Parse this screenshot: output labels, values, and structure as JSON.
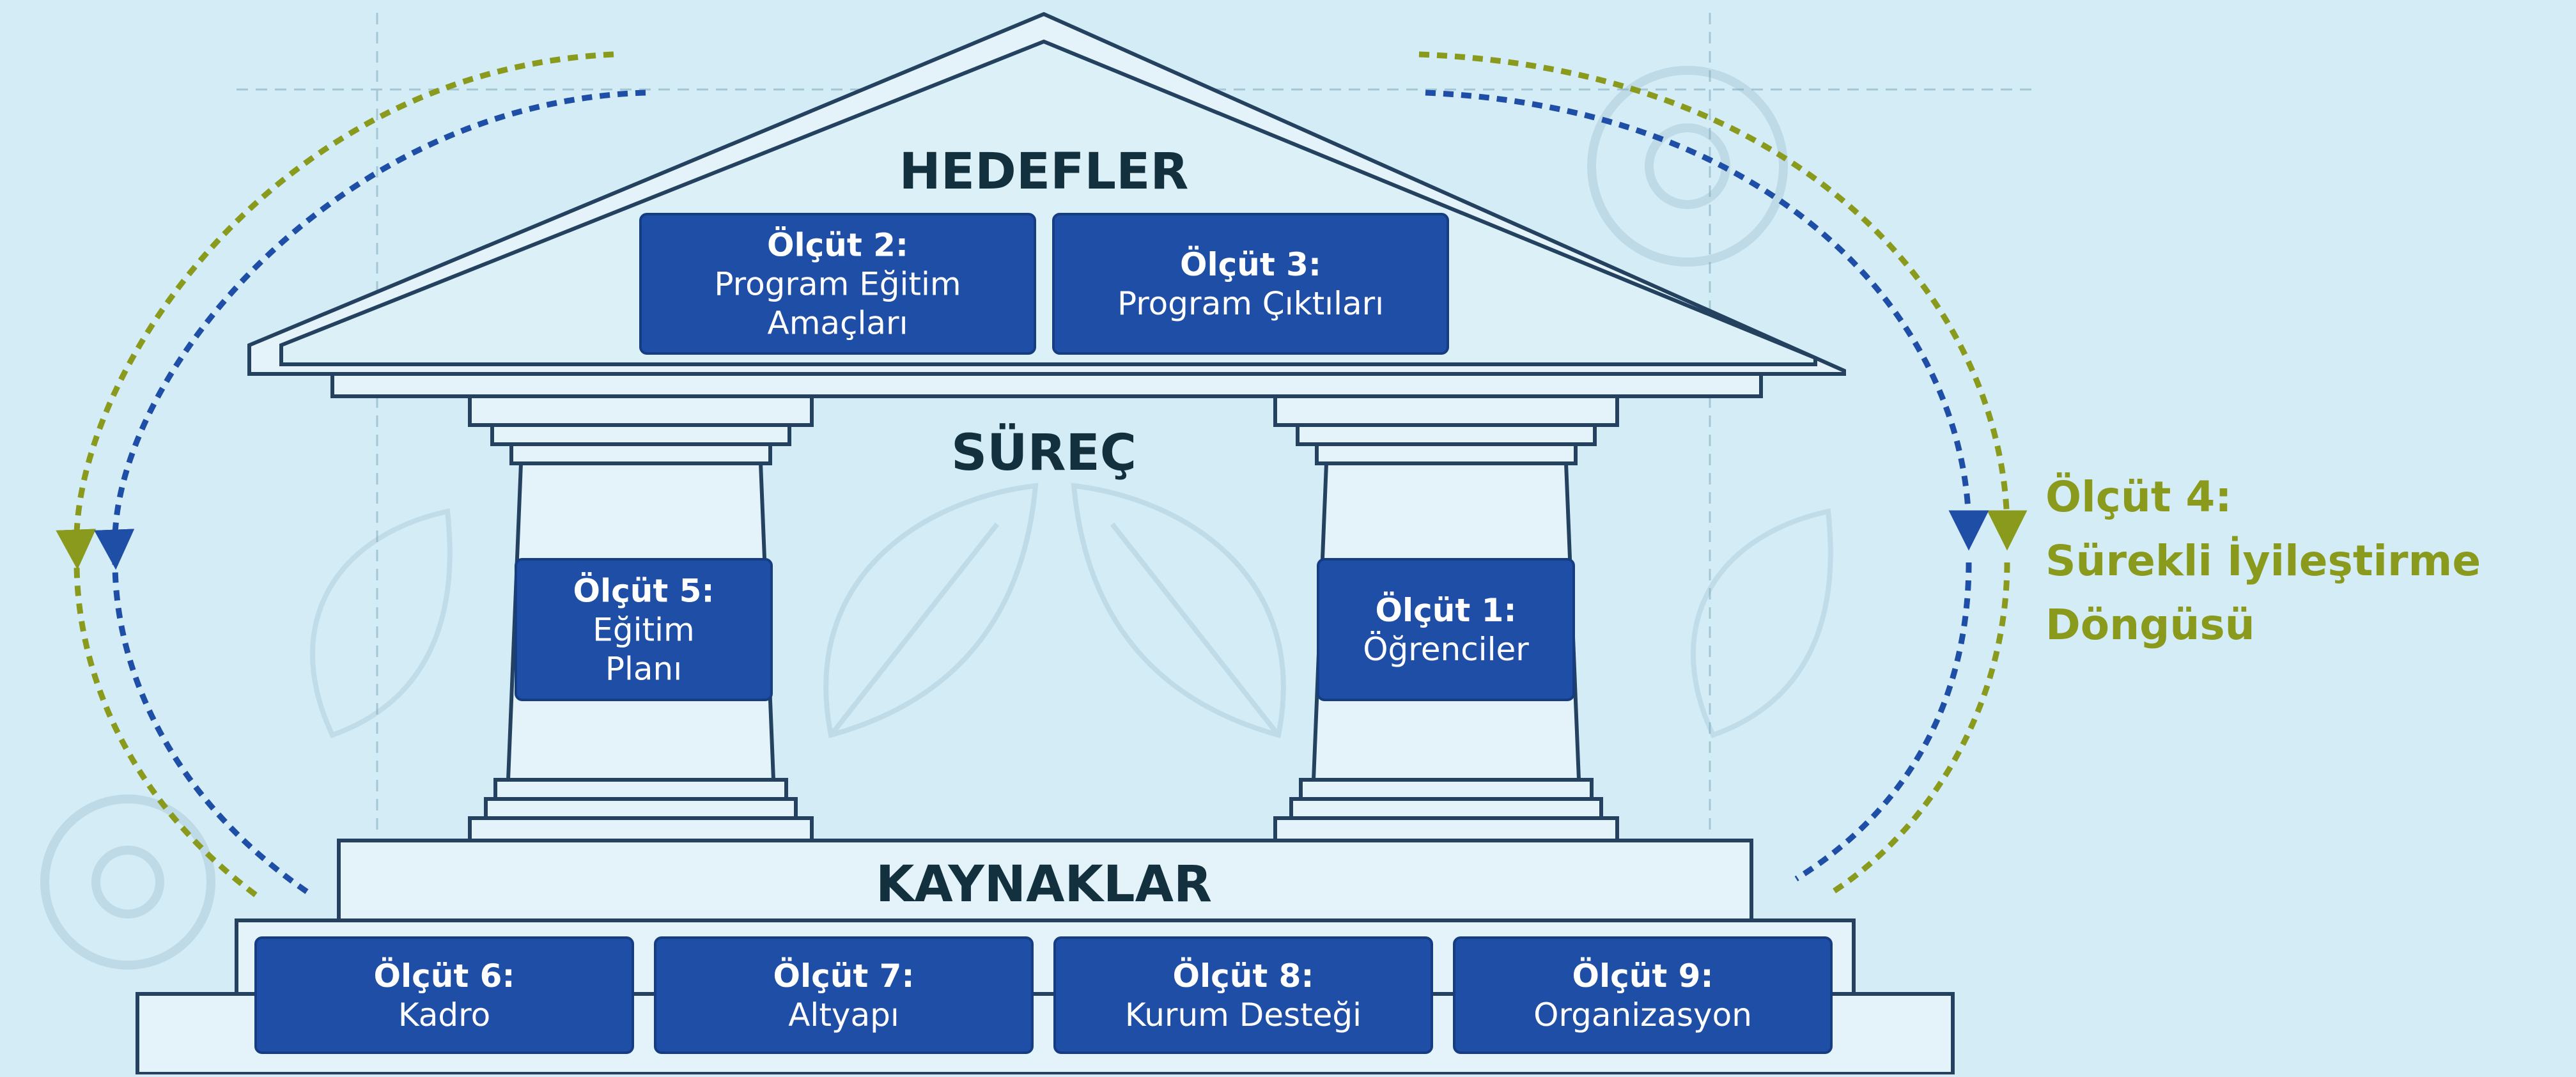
{
  "colors": {
    "background": "#d4ecf6",
    "structure_fill": "#e3f3f9",
    "structure_line": "#24425f",
    "box_fill": "#1f4ea6",
    "box_text": "#ffffff",
    "heading": "#12303d",
    "cycle_olive": "#8a9a1c",
    "cycle_blue": "#1f4ea6"
  },
  "roof": {
    "heading": "HEDEFLER",
    "boxes": [
      {
        "title": "Ölçüt 2:",
        "lines": [
          "Program Eğitim",
          "Amaçları"
        ]
      },
      {
        "title": "Ölçüt 3:",
        "lines": [
          "Program Çıktıları"
        ]
      }
    ]
  },
  "middle": {
    "heading": "SÜREÇ",
    "pillars": [
      {
        "title": "Ölçüt 5:",
        "lines": [
          "Eğitim",
          "Planı"
        ]
      },
      {
        "title": "Ölçüt 1:",
        "lines": [
          "Öğrenciler"
        ]
      }
    ]
  },
  "base": {
    "heading": "KAYNAKLAR",
    "boxes": [
      {
        "title": "Ölçüt 6:",
        "lines": [
          "Kadro"
        ]
      },
      {
        "title": "Ölçüt 7:",
        "lines": [
          "Altyapı"
        ]
      },
      {
        "title": "Ölçüt 8:",
        "lines": [
          "Kurum Desteği"
        ]
      },
      {
        "title": "Ölçüt 9:",
        "lines": [
          "Organizasyon"
        ]
      }
    ]
  },
  "cycle": {
    "title": "Ölçüt 4:",
    "lines": [
      "Sürekli İyileştirme",
      "Döngüsü"
    ]
  }
}
